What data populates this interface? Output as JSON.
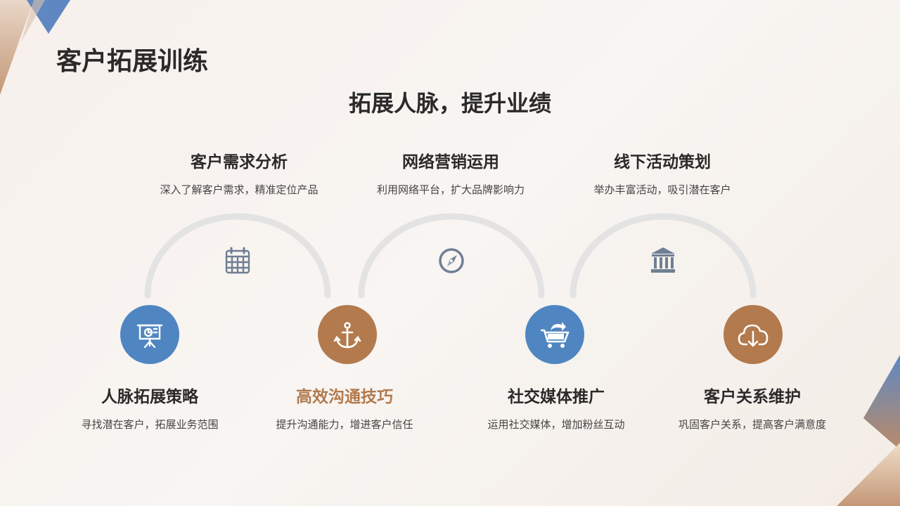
{
  "title": "客户拓展训练",
  "subtitle": "拓展人脉，提升业绩",
  "top_items": [
    {
      "heading": "客户需求分析",
      "desc": "深入了解客户需求，精准定位产品",
      "icon": "calendar-icon"
    },
    {
      "heading": "网络营销运用",
      "desc": "利用网络平台，扩大品牌影响力",
      "icon": "compass-icon"
    },
    {
      "heading": "线下活动策划",
      "desc": "举办丰富活动，吸引潜在客户",
      "icon": "bank-icon"
    }
  ],
  "bottom_items": [
    {
      "heading": "人脉拓展策略",
      "desc": "寻找潜在客户，拓展业务范围",
      "icon": "presentation-chart-icon",
      "color": "#4f86c1"
    },
    {
      "heading": "高效沟通技巧",
      "desc": "提升沟通能力，增进客户信任",
      "icon": "anchor-icon",
      "color": "#b27a4d"
    },
    {
      "heading": "社交媒体推广",
      "desc": "运用社交媒体，增加粉丝互动",
      "icon": "shopping-cart-icon",
      "color": "#4f86c1"
    },
    {
      "heading": "客户关系维护",
      "desc": "巩固客户关系，提高客户满意度",
      "icon": "cloud-download-icon",
      "color": "#b27a4d"
    }
  ],
  "colors": {
    "blue": "#4f86c1",
    "brown": "#b27a4d",
    "arc": "#e3e3e3",
    "icon_gray": "#6f7f93"
  }
}
